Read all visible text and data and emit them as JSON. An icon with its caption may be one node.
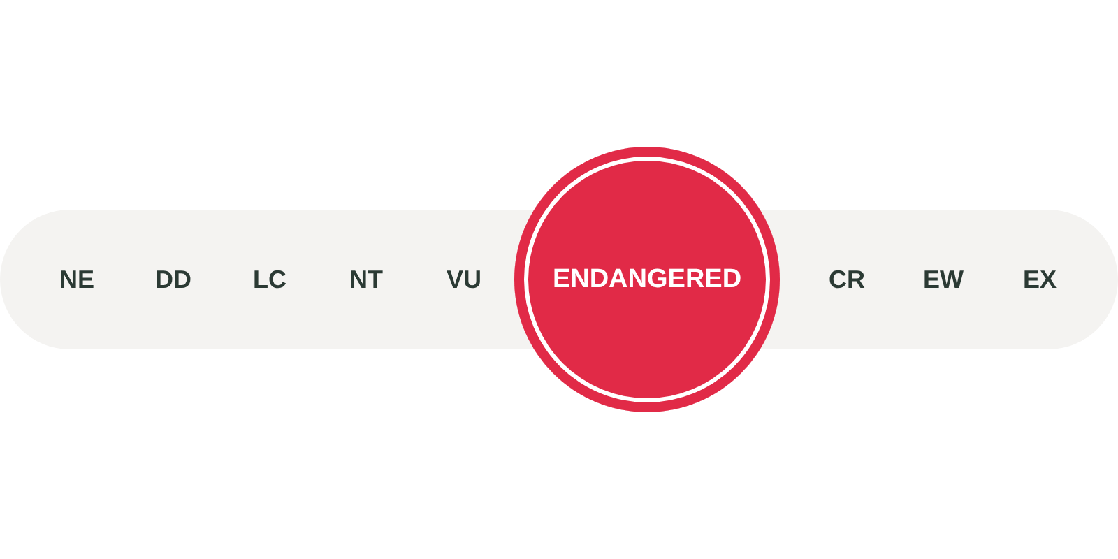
{
  "diagram": {
    "nodes": [
      {
        "text": [
          "NE",
          "DD",
          "LC",
          "NT",
          "VU",
          "CR",
          "EW",
          "EX"
        ]
      },
      {
        "text": [
          "ENDANGERED"
        ]
      }
    ]
  }
}
